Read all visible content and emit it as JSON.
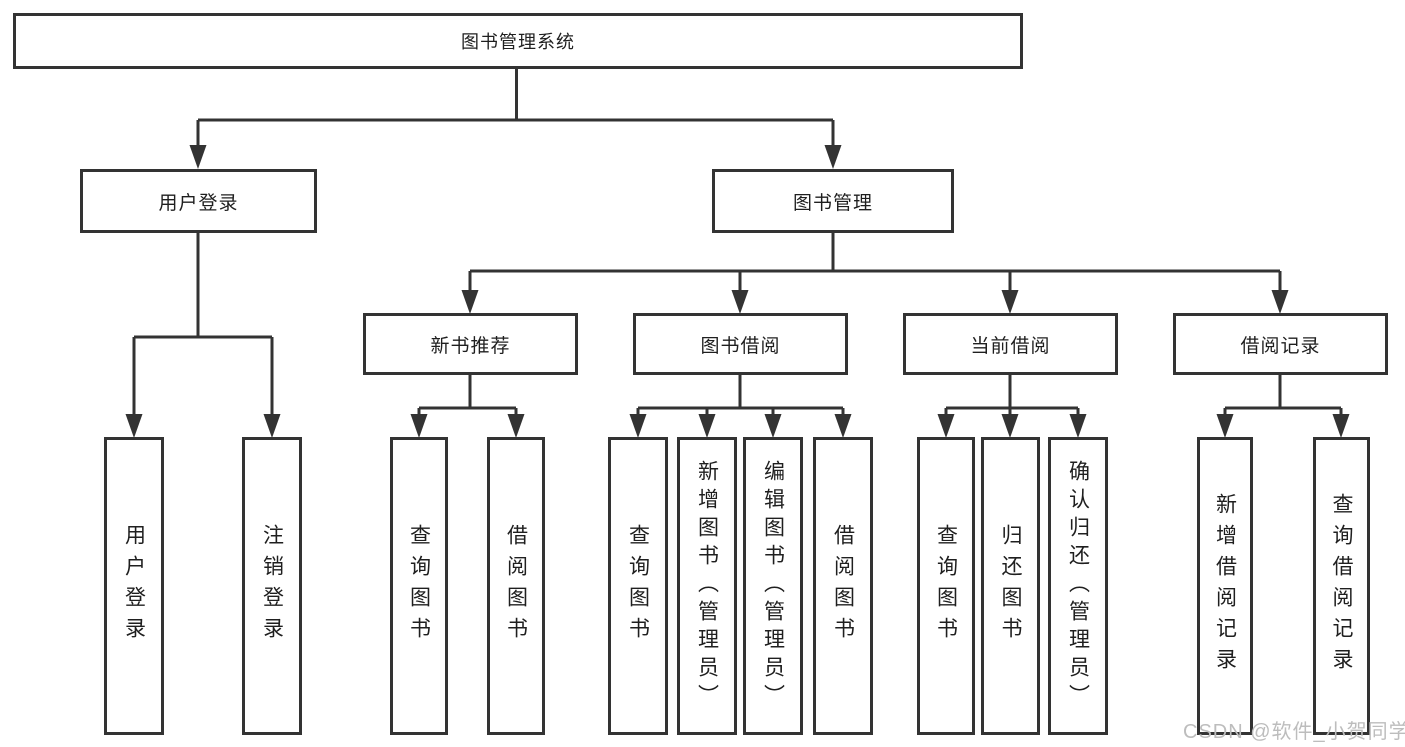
{
  "nodes": {
    "root": "图书管理系统",
    "user_login": "用户登录",
    "book_mgmt": "图书管理",
    "new_books": "新书推荐",
    "book_borrow": "图书借阅",
    "current_borrow": "当前借阅",
    "borrow_records": "借阅记录"
  },
  "leaves": {
    "user_login": [
      "用户登录",
      "注销登录"
    ],
    "new_books": [
      "查询图书",
      "借阅图书"
    ],
    "book_borrow": [
      "查询图书",
      "新增图书（管理员）",
      "编辑图书（管理员）",
      "借阅图书"
    ],
    "current_borrow": [
      "查询图书",
      "归还图书",
      "确认归还（管理员）"
    ],
    "borrow_records": [
      "新增借阅记录",
      "查询借阅记录"
    ]
  },
  "watermark": "CSDN @软件_小贺同学",
  "colors": {
    "line": "#333333",
    "box_border": "#333333",
    "text": "#1f1f1f",
    "watermark": "#bdbdbd",
    "background": "#ffffff"
  }
}
